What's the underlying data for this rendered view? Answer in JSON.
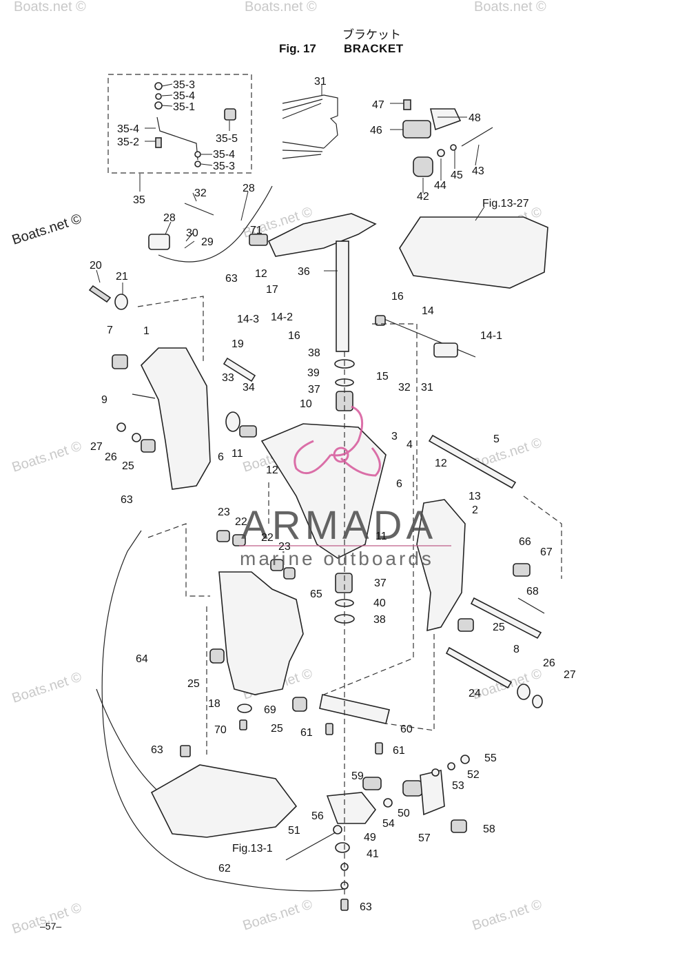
{
  "header": {
    "japanese_title": "ブラケット",
    "figure_label": "Fig. 17",
    "figure_title": "BRACKET"
  },
  "footer": {
    "page_number": "–57–"
  },
  "watermarks": {
    "site": "Boats.net ©",
    "brand_name": "ARMADA",
    "brand_tagline": "marine outboards"
  },
  "references": {
    "fig_13_27": "Fig.13-27",
    "fig_13_1": "Fig.13-1"
  },
  "callouts": [
    "35-3",
    "35-4",
    "35-1",
    "35-4",
    "35-2",
    "35-5",
    "35-4",
    "35-3",
    "35",
    "31",
    "47",
    "48",
    "46",
    "43",
    "45",
    "44",
    "42",
    "32",
    "28",
    "28",
    "71",
    "30",
    "29",
    "36",
    "20",
    "21",
    "63",
    "12",
    "17",
    "14-3",
    "14-2",
    "16",
    "16",
    "14",
    "14-1",
    "7",
    "1",
    "19",
    "38",
    "39",
    "15",
    "32",
    "31",
    "9",
    "33",
    "34",
    "37",
    "10",
    "27",
    "26",
    "25",
    "6",
    "11",
    "3",
    "4",
    "5",
    "12",
    "12",
    "13",
    "6",
    "2",
    "63",
    "23",
    "22",
    "22",
    "23",
    "11",
    "66",
    "67",
    "65",
    "37",
    "68",
    "40",
    "38",
    "25",
    "8",
    "64",
    "26",
    "27",
    "24",
    "25",
    "18",
    "69",
    "25",
    "70",
    "61",
    "60",
    "61",
    "63",
    "55",
    "52",
    "59",
    "53",
    "56",
    "50",
    "54",
    "58",
    "51",
    "49",
    "57",
    "41",
    "62",
    "63"
  ]
}
